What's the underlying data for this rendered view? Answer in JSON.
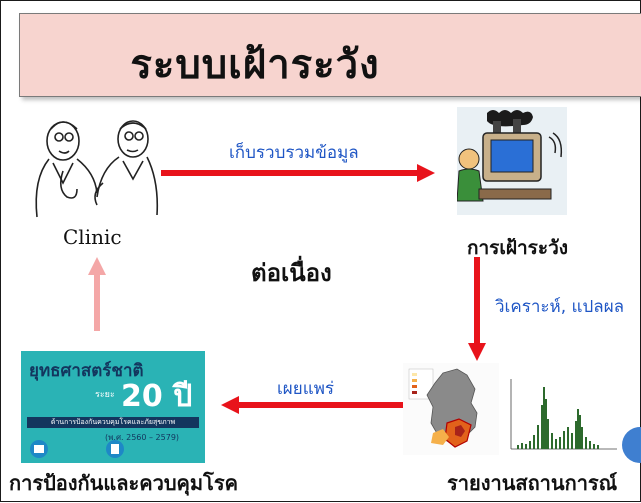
{
  "title": "ระบบเฝ้าระวัง",
  "labels": {
    "clinic": "Clinic",
    "surveillance": "การเฝ้าระวัง",
    "continuous": "ต่อเนื่อง",
    "prevention": "การป้องกันและควบคุมโรค",
    "situation_report": "รายงานสถานการณ์"
  },
  "arrows": {
    "collect": "เก็บรวบรวมข้อมูล",
    "analyze": "วิเคราะห์, แปลผล",
    "disseminate": "เผยแพร่"
  },
  "poster": {
    "heading": "ยุทธศาสตร์ชาติ",
    "small": "ระยะ",
    "number": "20 ปี",
    "subtitle": "ด้านการป้องกันควบคุมโรคและภัยสุขภาพ",
    "years": "(พ.ศ. 2560 – 2579)"
  },
  "colors": {
    "title_bg": "#f7d4cf",
    "arrow_red": "#e8131b",
    "arrow_pink": "#f4a7a7",
    "label_blue": "#1f56c5",
    "poster_teal": "#2ab3b5"
  }
}
